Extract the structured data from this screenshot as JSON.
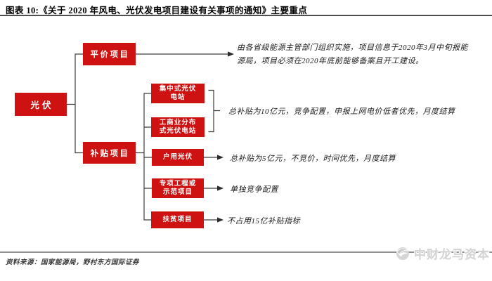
{
  "header": {
    "title": "图表 10:《关于 2020 年风电、光伏发电项目建设有关事项的通知》主要重点"
  },
  "diagram": {
    "nodes": {
      "root": "光伏",
      "parity": "平价项目",
      "subsidy": "补贴项目",
      "centralized": "集中式光伏\n电站",
      "commercial": "工商业分布\n式光伏电站",
      "household": "户用光伏",
      "special": "专项工程或\n示范项目",
      "poverty": "扶贫项目"
    },
    "annotations": {
      "parity_note": "由各省级能源主管部门组织实施，项目信息于2020年3月中旬报能\n源局，项目必须在2020年底前能够备案且开工建设。",
      "centralized_commercial_note": "总补贴为10亿元，竞争配置，申报上网电价低者优先，月度结算",
      "household_note": "总补贴为5亿元，不竞价，时间优先，月度结算",
      "special_note": "单独竞争配置",
      "poverty_note": "不占用15亿补贴指标"
    }
  },
  "footer": {
    "source": "资料来源：国家能源局，野村东方国际证券",
    "watermark": "中财龙马资本"
  },
  "colors": {
    "box_red": "#ce1212",
    "connector": "#3d3d3d",
    "rule_top": "#4f4f4f",
    "rule_bottom": "#8f8f8f",
    "watermark_gray": "#d2d2d2"
  }
}
